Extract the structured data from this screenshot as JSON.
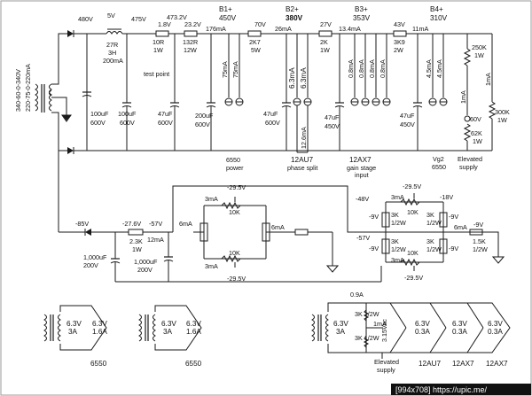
{
  "transformer_rating": "340-60-0-340V",
  "transformer_rating_2": "220-75-0-220mA",
  "top_voltages": [
    "480V",
    "5V",
    "475V",
    "1.8V",
    "473.2V",
    "23.2V",
    "176mA",
    "70V",
    "26mA",
    "27V",
    "13.4mA",
    "43V",
    "11mA"
  ],
  "b_nodes": [
    {
      "name": "B1+",
      "volt": "450V"
    },
    {
      "name": "B2+",
      "volt": "380V"
    },
    {
      "name": "B3+",
      "volt": "353V"
    },
    {
      "name": "B4+",
      "volt": "310V"
    }
  ],
  "series_parts": [
    "27R",
    "3H",
    "200mA",
    "10R",
    "1W",
    "132R",
    "12W",
    "2K7",
    "5W",
    "2K",
    "1W",
    "3K9",
    "2W"
  ],
  "caps": [
    "100uF",
    "600V",
    "100uF",
    "600V",
    "47uF",
    "600V",
    "200uF",
    "600V",
    "47uF",
    "600V",
    "47uF",
    "450V",
    "47uF",
    "450V"
  ],
  "test_point": "test point",
  "tap_currents": [
    "75mA",
    "75mA",
    "6.3mA",
    "6.3mA",
    "0.8mA",
    "0.8mA",
    "0.8mA",
    "0.8mA",
    "4.5mA",
    "4.5mA",
    "12.6mA",
    "1mA"
  ],
  "right_divider": [
    "250K",
    "1W",
    "1mA",
    "60V",
    "62K",
    "1W",
    "300K",
    "1W"
  ],
  "stage_labels": [
    "6550",
    "power",
    "12AU7",
    "phase split",
    "12AX7",
    "gain stage",
    "input",
    "Vg2",
    "6550",
    "Elevated",
    "supply"
  ],
  "bias": {
    "neg_volts": [
      "-85V",
      "-27.6V",
      "-57V",
      "-29.5V",
      "-29.5V",
      "-48V",
      "-29.5V",
      "-18V",
      "-9V",
      "-9V",
      "-57V",
      "-29.5V",
      "-9V"
    ],
    "parts": [
      "2.3K",
      "1W",
      "12mA",
      "1,000uF",
      "200V",
      "1,000uF",
      "200V",
      "3mA",
      "10K",
      "6mA",
      "3mA",
      "10K",
      "6mA",
      "1.5K",
      "1/2W",
      "3mA",
      "10K",
      "3K",
      "1/2W",
      "3K",
      "1/2W",
      "3K",
      "1/2W",
      "3K",
      "1/2W",
      "3mA",
      "10K"
    ]
  },
  "heaters": {
    "left1": [
      "6.3V",
      "3A",
      "6.3V",
      "1.6A",
      "6550"
    ],
    "left2": [
      "6.3V",
      "3A",
      "6.3V",
      "1.6A",
      "6550"
    ],
    "right": [
      "0.9A",
      "3K 1/2W",
      "1mA",
      "3K 1/2W",
      "3.15Vac",
      "6.3V",
      "3A",
      "6.3V",
      "0.3A",
      "6.3V",
      "0.3A",
      "6.3V",
      "0.3A",
      "Elevated",
      "supply",
      "12AU7",
      "12AX7",
      "12AX7"
    ]
  },
  "watermark": "[994x708] https://upic.me/"
}
